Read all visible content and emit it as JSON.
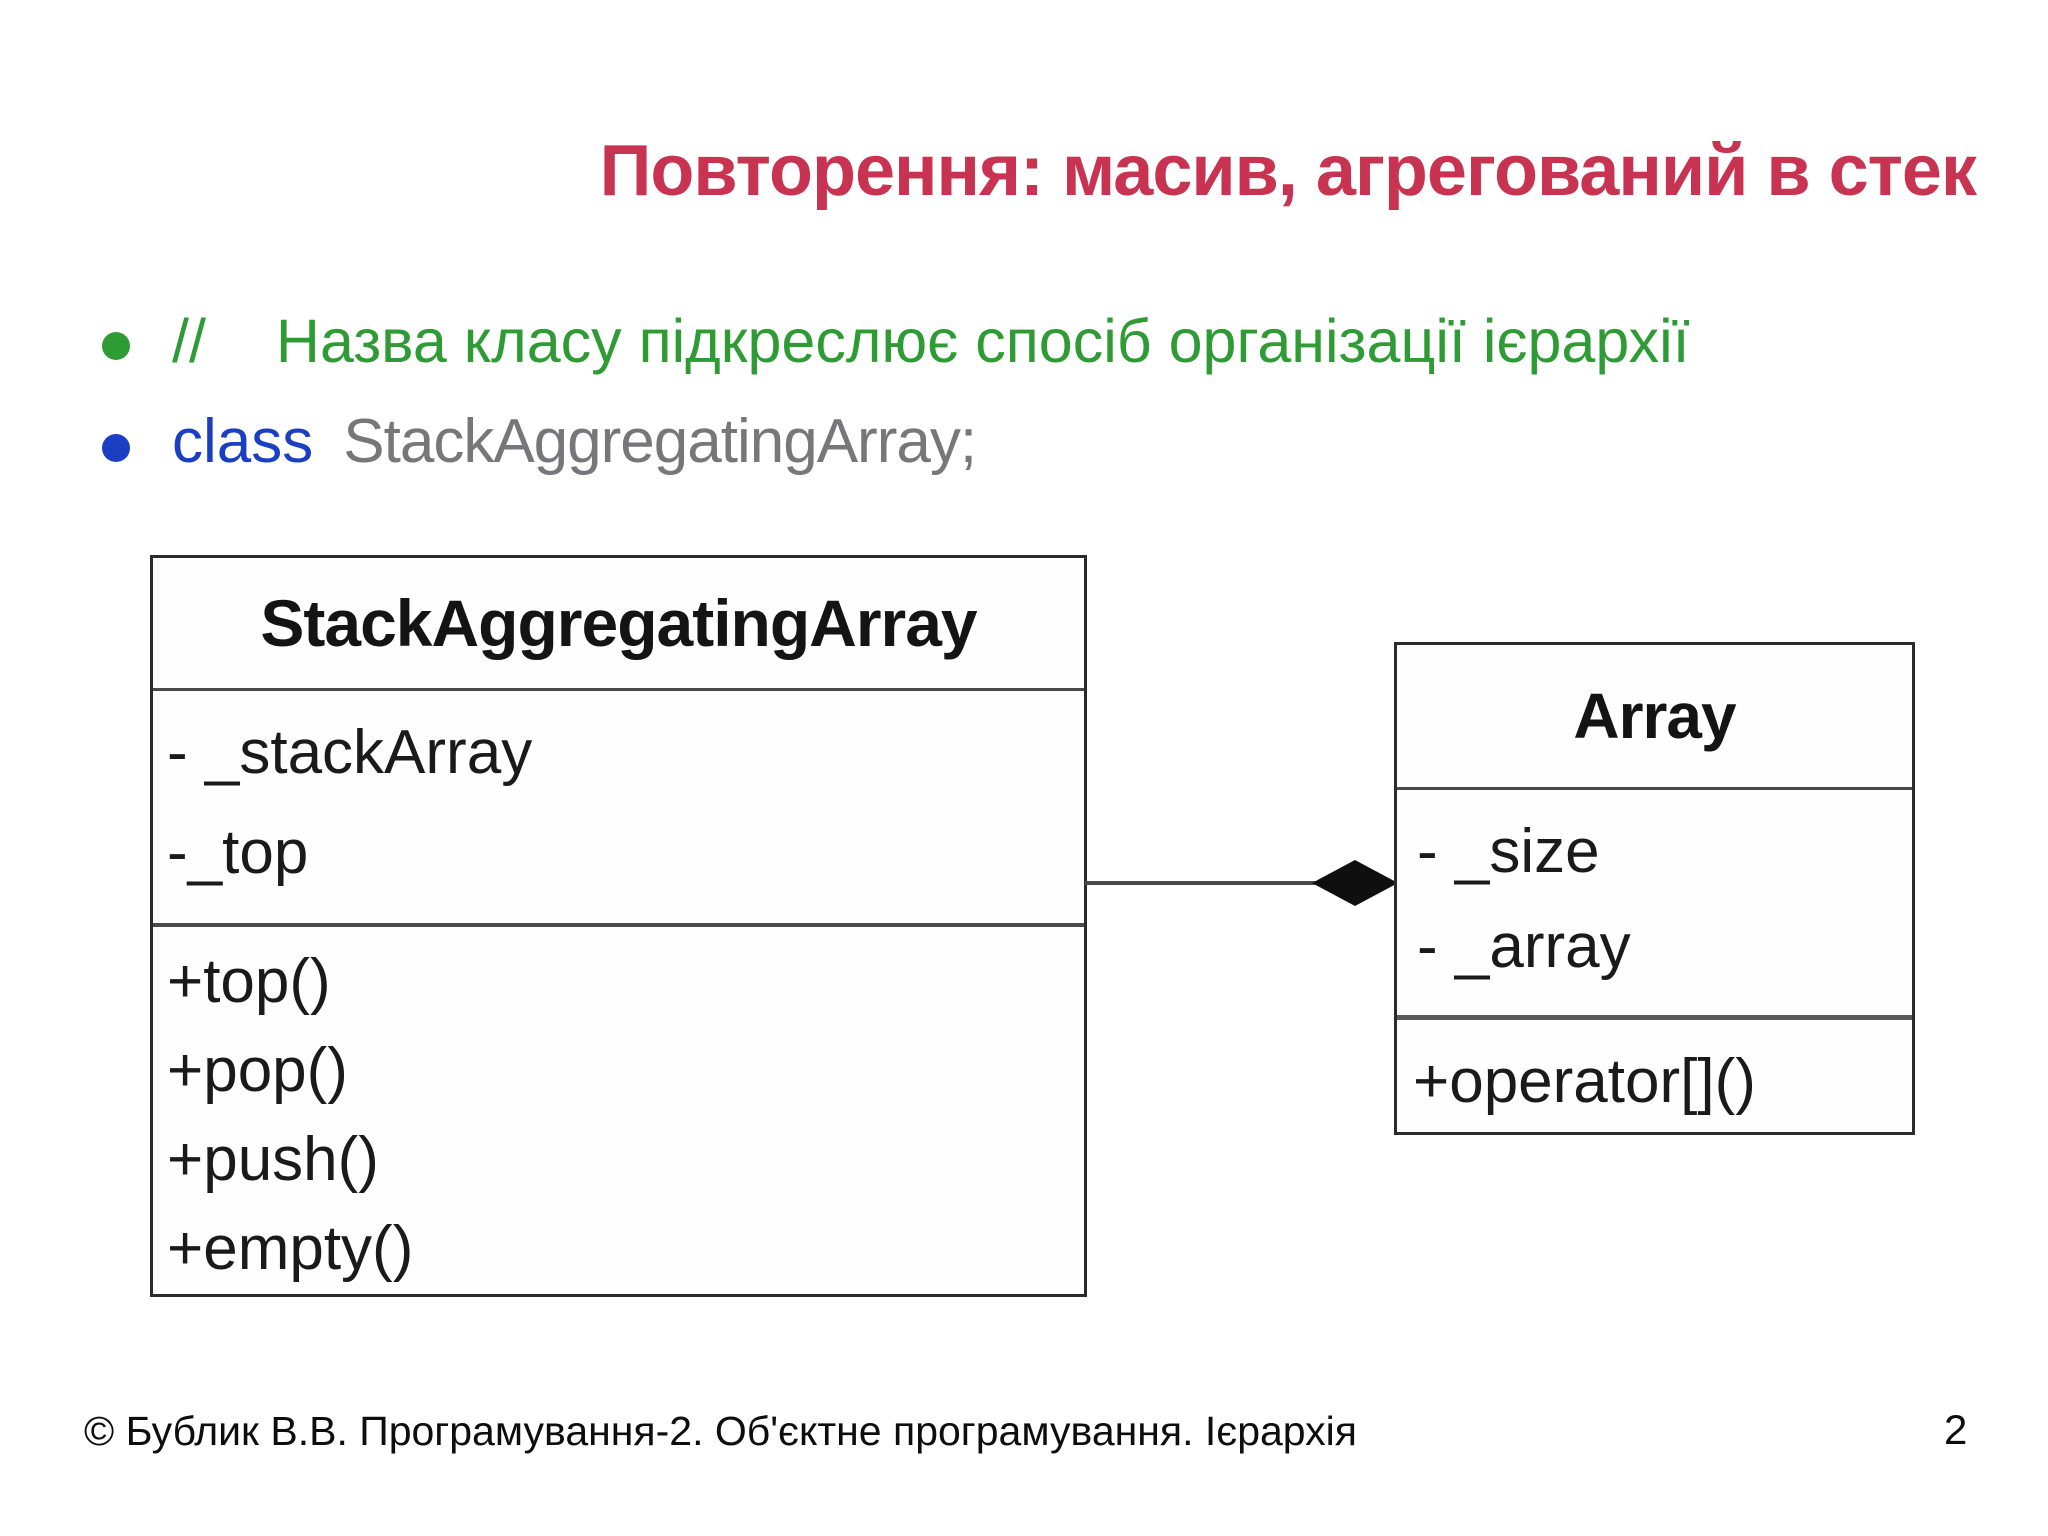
{
  "slide": {
    "title": "Повторення: масив, агрегований в стек",
    "bullet_comment": {
      "marker": "//",
      "text": "Назва класу підкреслює спосіб організації ієрархії"
    },
    "bullet_code": {
      "keyword": "class",
      "code": "StackAggregatingArray;"
    },
    "footer": {
      "copyright": "© Бублик В.В. Програмування-2. Об'єктне програмування. Ієрархія",
      "page_number": "2"
    }
  },
  "colors": {
    "title_red": "#c73351",
    "comment_green": "#2f9b35",
    "keyword_blue": "#1a3fc2",
    "code_gray": "#77777b",
    "box_border": "#2b2b2b",
    "connector_line": "#4a4a4a",
    "diamond_fill": "#0f0f0f"
  },
  "diagram": {
    "classes": [
      {
        "name": "StackAggregatingArray",
        "attributes": [
          "- _stackArray",
          "-_top"
        ],
        "methods": [
          "+top()",
          "+pop()",
          "+push()",
          "+empty()"
        ]
      },
      {
        "name": "Array",
        "attributes": [
          "- _size",
          "- _array"
        ],
        "methods": [
          "+operator[]()"
        ]
      }
    ],
    "relationship": {
      "type": "aggregation",
      "from": "StackAggregatingArray",
      "to": "Array",
      "icon": "filled-diamond"
    }
  }
}
